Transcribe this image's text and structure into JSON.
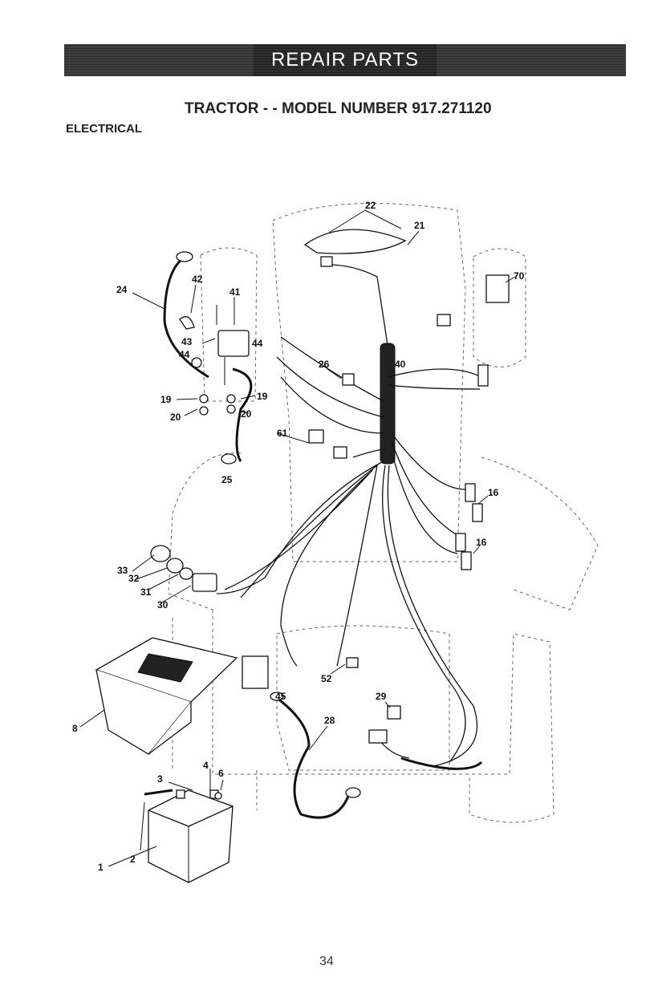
{
  "header": {
    "banner": "REPAIR PARTS",
    "model_title": "TRACTOR - - MODEL NUMBER 917.271120",
    "section": "ELECTRICAL"
  },
  "diagram": {
    "callouts": [
      {
        "id": "c22",
        "label": "22"
      },
      {
        "id": "c21",
        "label": "21"
      },
      {
        "id": "c70",
        "label": "70"
      },
      {
        "id": "c42",
        "label": "42"
      },
      {
        "id": "c24",
        "label": "24"
      },
      {
        "id": "c41",
        "label": "41"
      },
      {
        "id": "c43",
        "label": "43"
      },
      {
        "id": "c44a",
        "label": "44"
      },
      {
        "id": "c44b",
        "label": "44"
      },
      {
        "id": "c26",
        "label": "26"
      },
      {
        "id": "c40",
        "label": "40"
      },
      {
        "id": "c19a",
        "label": "19"
      },
      {
        "id": "c19b",
        "label": "19"
      },
      {
        "id": "c20a",
        "label": "20"
      },
      {
        "id": "c20b",
        "label": "20"
      },
      {
        "id": "c61",
        "label": "61"
      },
      {
        "id": "c25",
        "label": "25"
      },
      {
        "id": "c16a",
        "label": "16"
      },
      {
        "id": "c16b",
        "label": "16"
      },
      {
        "id": "c33",
        "label": "33"
      },
      {
        "id": "c32",
        "label": "32"
      },
      {
        "id": "c31",
        "label": "31"
      },
      {
        "id": "c30",
        "label": "30"
      },
      {
        "id": "c52",
        "label": "52"
      },
      {
        "id": "c45",
        "label": "45"
      },
      {
        "id": "c29",
        "label": "29"
      },
      {
        "id": "c8",
        "label": "8"
      },
      {
        "id": "c28",
        "label": "28"
      },
      {
        "id": "c4",
        "label": "4"
      },
      {
        "id": "c6",
        "label": "6"
      },
      {
        "id": "c3",
        "label": "3"
      },
      {
        "id": "c2",
        "label": "2"
      },
      {
        "id": "c1",
        "label": "1"
      }
    ]
  },
  "footer": {
    "page_number": "34"
  }
}
